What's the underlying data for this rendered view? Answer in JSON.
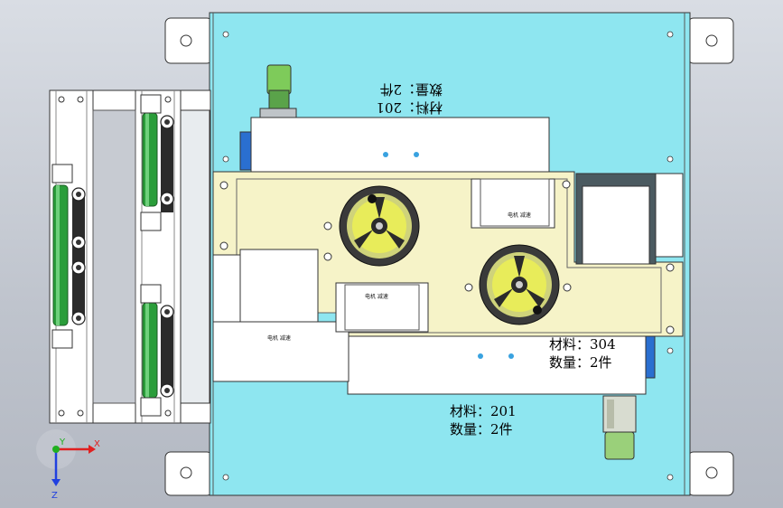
{
  "annotations": {
    "top_material": "材料：201",
    "top_quantity": "数量：2件",
    "mid_material": "材料：304",
    "mid_quantity": "数量：2件",
    "bottom_material": "材料：201",
    "bottom_quantity": "数量：2件"
  },
  "component_labels": {
    "block_right_top": "电机 减速",
    "block_center": "电机 减速",
    "block_left": "电机 减速"
  },
  "triad": {
    "x_label": "X",
    "y_label": "Y",
    "z_label": "Z",
    "x_color": "#e02020",
    "y_color": "#20b020",
    "z_color": "#2040e0"
  },
  "colors": {
    "plate": "#8ee6f0",
    "bracket": "#f6f3c8",
    "roller": "#2a9d3a",
    "frame": "#ffffff",
    "wheel": "#2b2b2b",
    "wheel_hub": "#f2f24a"
  }
}
